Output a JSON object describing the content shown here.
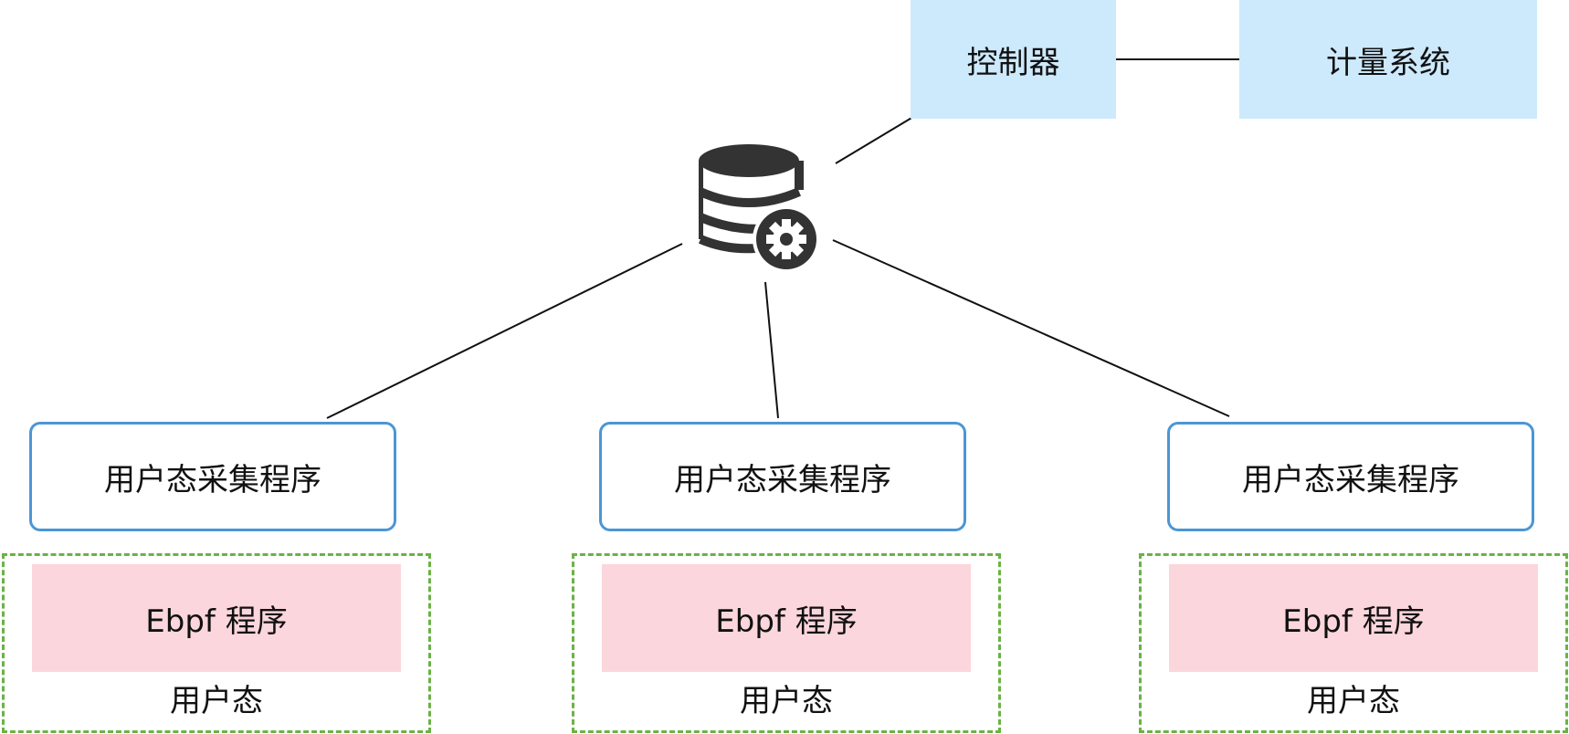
{
  "top_nodes": {
    "controller": "控制器",
    "metering": "计量系统"
  },
  "collectors": [
    {
      "label": "用户态采集程序"
    },
    {
      "label": "用户态采集程序"
    },
    {
      "label": "用户态采集程序"
    }
  ],
  "groups": [
    {
      "program": "Ebpf 程序",
      "label": "用户态"
    },
    {
      "program": "Ebpf 程序",
      "label": "用户态"
    },
    {
      "program": "Ebpf 程序",
      "label": "用户态"
    }
  ],
  "icons": {
    "hub": "database-settings-icon"
  },
  "colors": {
    "top_box": "#cde9fc",
    "collector_border": "#4b96d6",
    "group_border": "#6ab245",
    "ebpf_fill": "#fbd6dc",
    "icon": "#333333",
    "line": "#111111"
  }
}
